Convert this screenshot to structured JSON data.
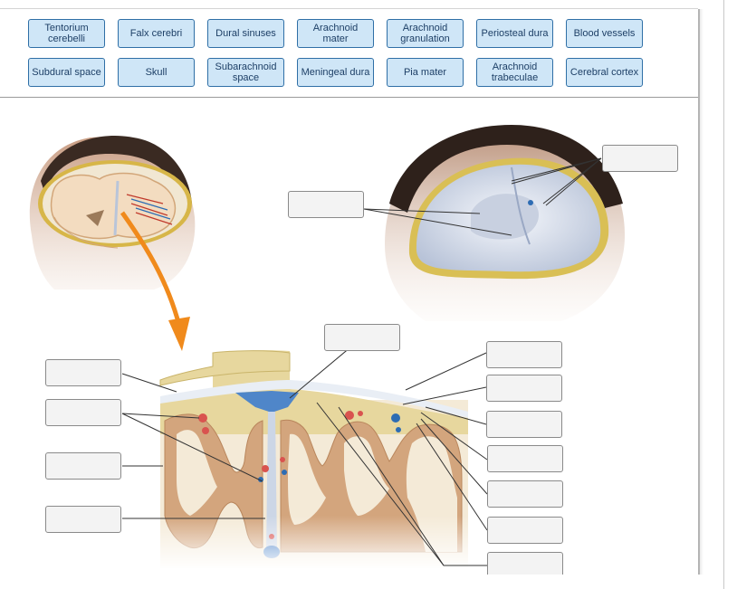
{
  "word_bank": {
    "row1": [
      "Tentorium cerebelli",
      "Falx cerebri",
      "Dural sinuses",
      "Arachnoid mater",
      "Arachnoid granulation",
      "Periosteal dura",
      "Blood vessels"
    ],
    "row2": [
      "Subdural space",
      "Skull",
      "Subarachnoid space",
      "Meningeal dura",
      "Pia mater",
      "Arachnoid trabeculae",
      "Cerebral cortex"
    ]
  },
  "colors": {
    "chip_fill": "#cfe6f7",
    "chip_border": "#2f6fa6",
    "arrow": "#f08a1c",
    "skull": "#e8d8a0",
    "dura": "#dde4ef",
    "cortex": "#d9b08c",
    "white_matter": "#f3e8d2"
  },
  "diagram": {
    "subject": "meninges",
    "drop_targets": [
      "top-right-head",
      "top-middle-head",
      "section-top",
      "left-1",
      "left-2",
      "left-3",
      "left-4",
      "right-1",
      "right-2",
      "right-3",
      "right-4",
      "right-5",
      "right-6",
      "right-7"
    ]
  }
}
